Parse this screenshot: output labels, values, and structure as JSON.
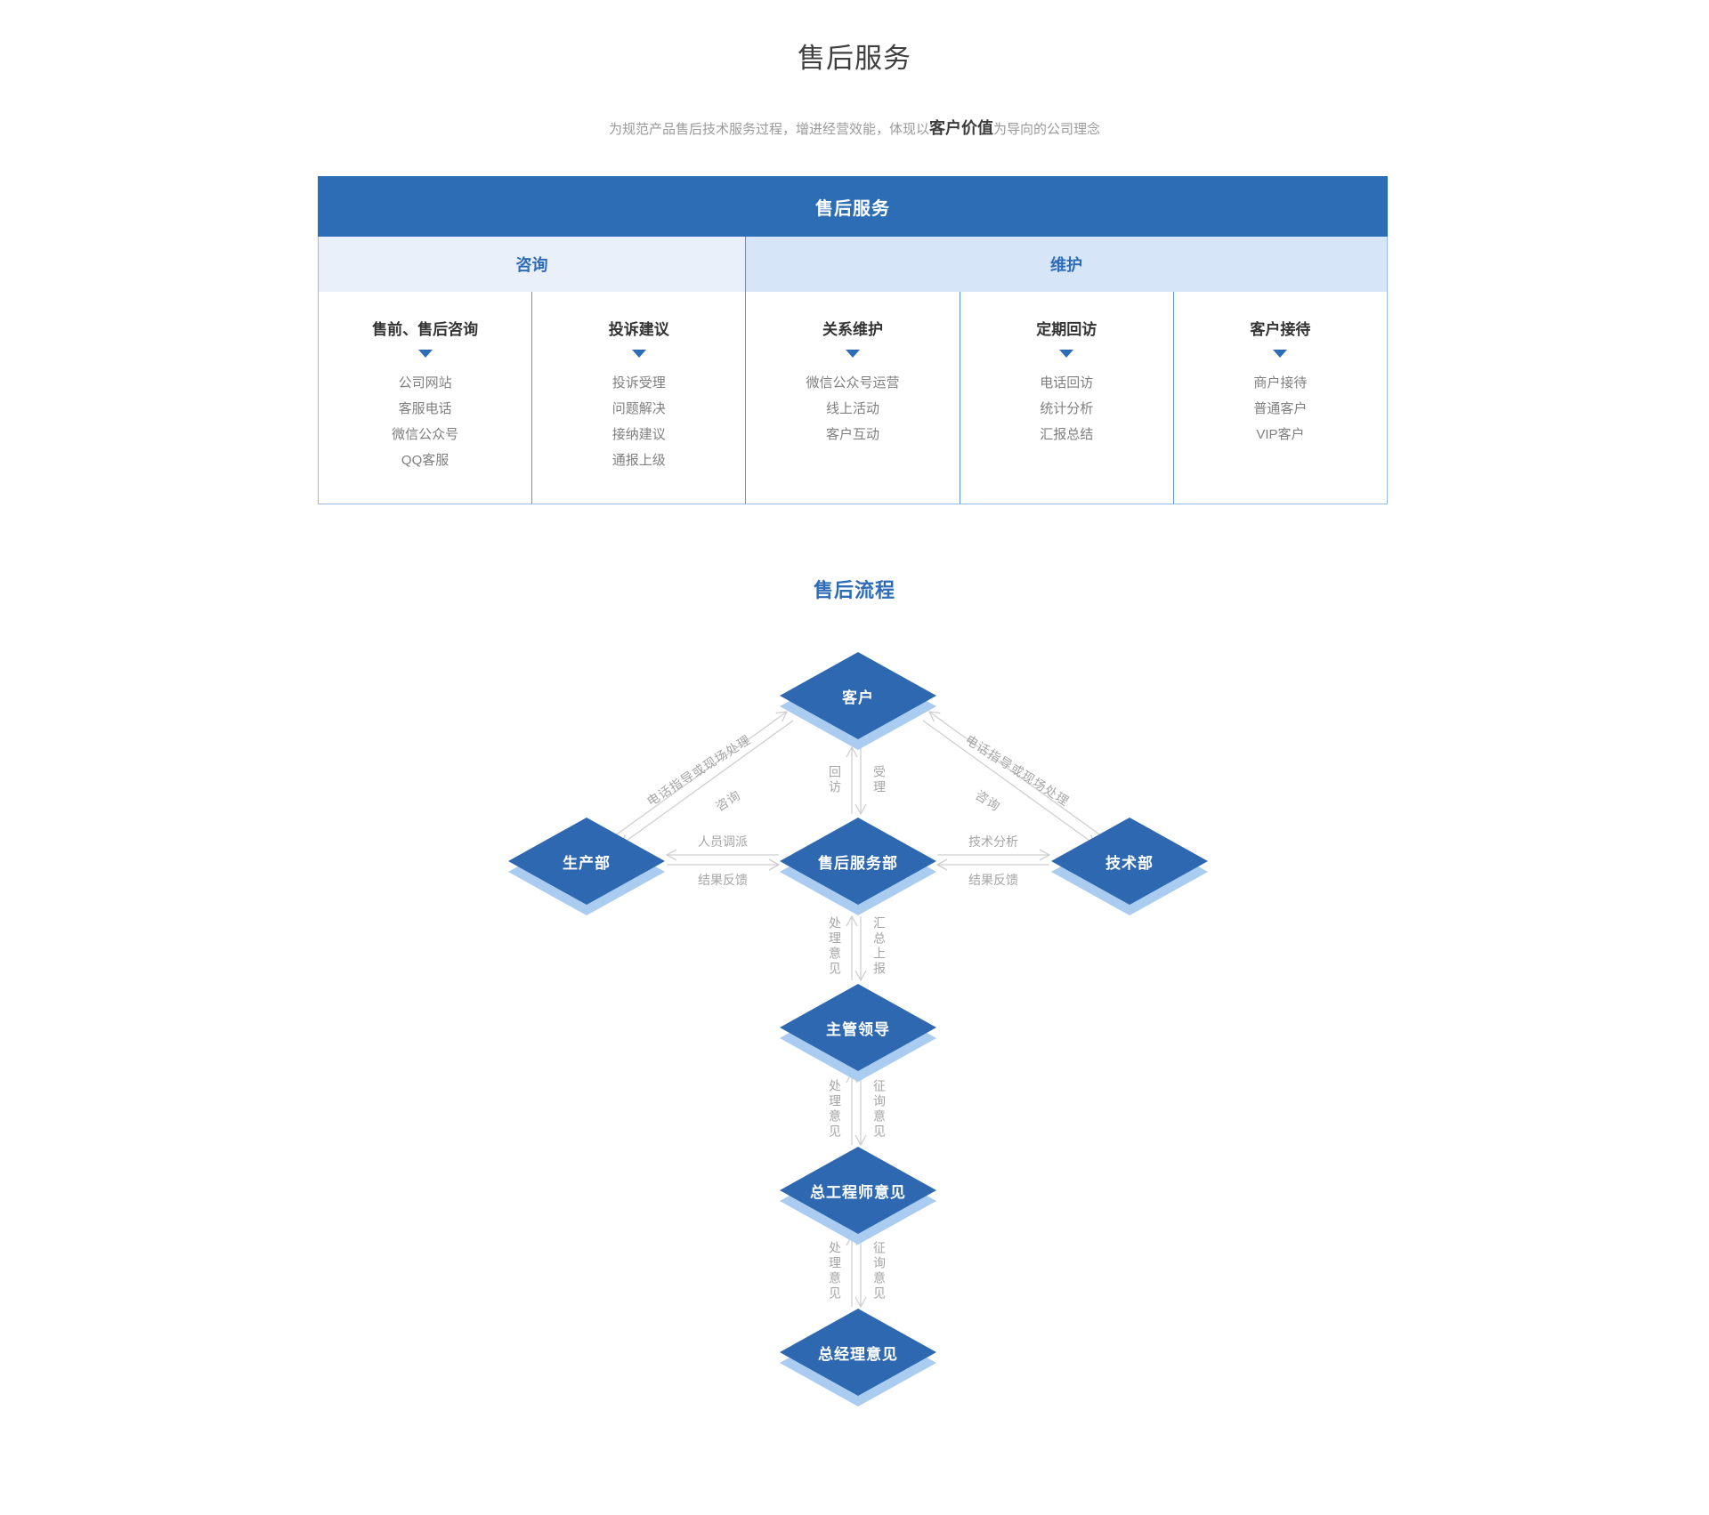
{
  "page": {
    "title": "售后服务",
    "subtitle": {
      "pre": "为规范产品售后技术服务过程，增进经营效能，体现以",
      "highlight": "客户价值",
      "post": "为导向的公司理念"
    }
  },
  "service_table": {
    "header": "售后服务",
    "groups": [
      {
        "label": "咨询"
      },
      {
        "label": "维护"
      }
    ],
    "columns": [
      {
        "title": "售前、售后咨询",
        "items": [
          "公司网站",
          "客服电话",
          "微信公众号",
          "QQ客服"
        ]
      },
      {
        "title": "投诉建议",
        "items": [
          "投诉受理",
          "问题解决",
          "接纳建议",
          "通报上级"
        ]
      },
      {
        "title": "关系维护",
        "items": [
          "微信公众号运营",
          "线上活动",
          "客户互动"
        ]
      },
      {
        "title": "定期回访",
        "items": [
          "电话回访",
          "统计分析",
          "汇报总结"
        ]
      },
      {
        "title": "客户接待",
        "items": [
          "商户接待",
          "普通客户",
          "VIP客户"
        ]
      }
    ]
  },
  "flow": {
    "heading": "售后流程",
    "nodes": {
      "customer": "客户",
      "production": "生产部",
      "aftersales": "售后服务部",
      "tech": "技术部",
      "supervisor": "主管领导",
      "chief_engineer": "总工程师意见",
      "general_manager": "总经理意见"
    },
    "edge_labels": {
      "left_diag_outer": "电话指导或现场处理",
      "left_diag_inner": "咨询",
      "right_diag_outer": "电话指导或现场处理",
      "right_diag_inner": "咨询",
      "customer_down_left": "回访",
      "customer_down_right": "受理",
      "h_left_top": "人员调派",
      "h_left_bottom": "结果反馈",
      "h_right_top": "技术分析",
      "h_right_bottom": "结果反馈",
      "v2_left": "处理意见",
      "v2_right": "汇总上报",
      "v3_left": "处理意见",
      "v3_right": "征询意见",
      "v4_left": "处理意见",
      "v4_right": "征询意见"
    }
  },
  "colors": {
    "header_blue": "#2d6db5",
    "diamond_blue": "#2d68b0",
    "diamond_shadow": "#a9ccf0",
    "group_consult_bg": "#e9f0fa",
    "group_maintain_bg": "#d6e6f8",
    "accent_text_blue": "#2e6cb8",
    "connector_gray": "#cfcfcf",
    "label_gray": "#a5a5a5"
  }
}
